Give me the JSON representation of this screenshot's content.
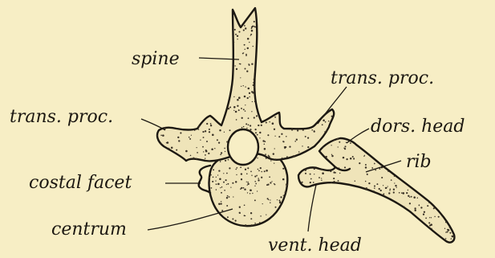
{
  "figure": {
    "labels": {
      "spine": "spine",
      "trans_proc_right": "trans. proc.",
      "trans_proc_left": "trans. proc.",
      "dors_head": "dors. head",
      "rib": "rib",
      "costal_facet": "costal facet",
      "centrum": "centrum",
      "vent_head": "vent. head"
    }
  }
}
